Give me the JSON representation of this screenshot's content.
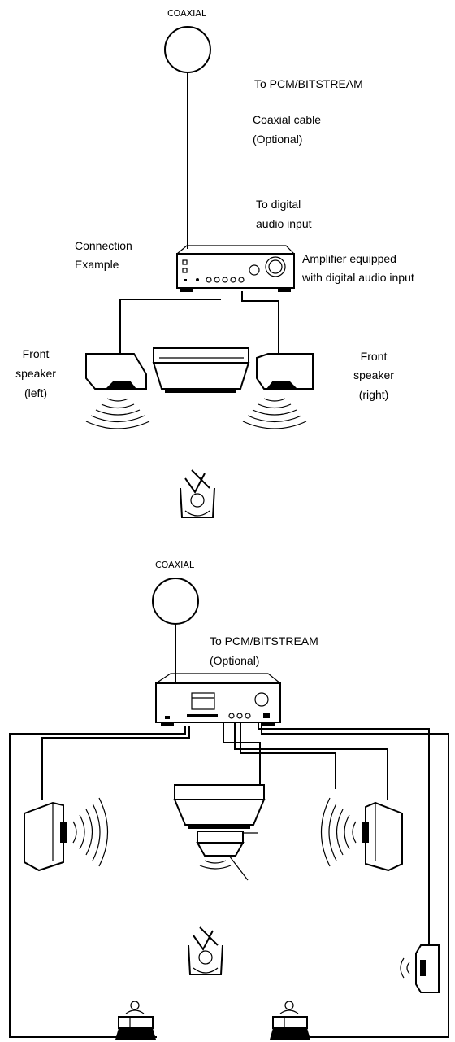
{
  "diagram1": {
    "coaxial_label": "COAXIAL",
    "pcm_label": "To PCM/BITSTREAM",
    "cable_line1": "Coaxial cable",
    "cable_line2": "(Optional)",
    "digital_input_line1": "To digital",
    "digital_input_line2": "audio input",
    "connection_line1": "Connection",
    "connection_line2": "Example",
    "amp_line1": "Amplifier equipped",
    "amp_line2": "with digital audio input",
    "front_left_line1": "Front",
    "front_left_line2": "speaker",
    "front_left_line3": "(left)",
    "front_right_line1": "Front",
    "front_right_line2": "speaker",
    "front_right_line3": "(right)"
  },
  "diagram2": {
    "coaxial_label": "COAXIAL",
    "pcm_label": "To PCM/BITSTREAM",
    "optional_label": "(Optional)"
  },
  "icons": [
    "coaxial-jack-icon",
    "amplifier-icon",
    "speaker-icon",
    "tv-icon",
    "listener-icon",
    "sound-wave-icon",
    "subwoofer-icon"
  ]
}
